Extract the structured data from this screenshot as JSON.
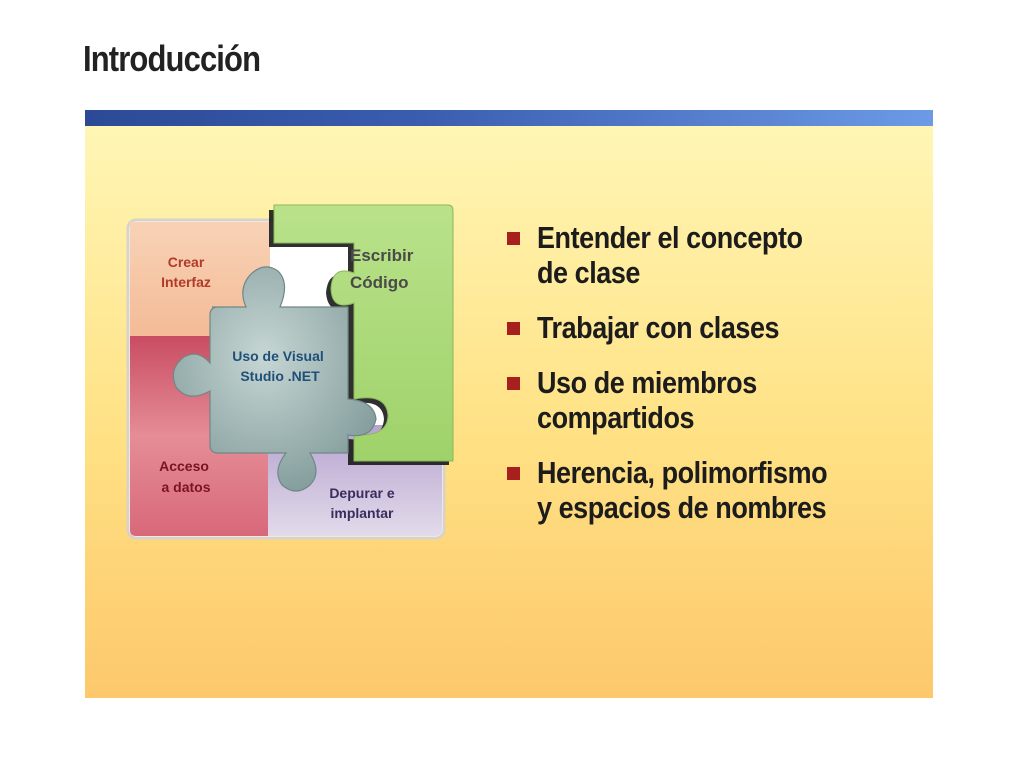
{
  "slide": {
    "title": "Introducción"
  },
  "colors": {
    "title_bar_start": "#2b4a96",
    "title_bar_end": "#6c9ae6",
    "content_top": "#fff6b5",
    "content_bottom": "#fdc86c",
    "bullet": "#a8201e",
    "piece_crear": "#f7c9a6",
    "piece_acceso": "#d86070",
    "piece_escribir": "#a8d870",
    "piece_depurar": "#c2aed6",
    "piece_center": "#9fb6b4"
  },
  "puzzle": {
    "crear": [
      "Crear",
      "Interfaz"
    ],
    "escribir": [
      "Escribir",
      "Código"
    ],
    "center": [
      "Uso de Visual",
      "Studio .NET"
    ],
    "acceso": [
      "Acceso",
      "a datos"
    ],
    "depurar": [
      "Depurar e",
      "implantar"
    ]
  },
  "bullets": [
    "Entender el concepto\nde clase",
    "Trabajar con clases",
    "Uso de miembros\ncompartidos",
    "Herencia, polimorfismo\ny espacios de nombres"
  ]
}
